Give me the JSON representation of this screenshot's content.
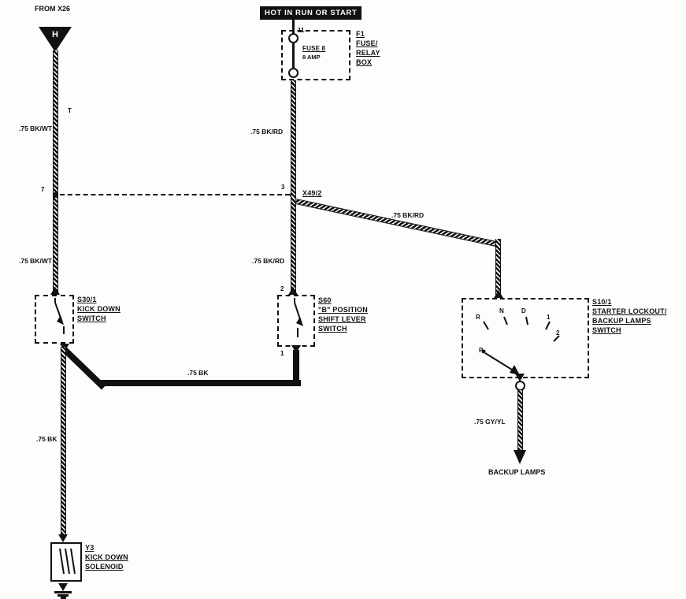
{
  "diagram": {
    "ink_color": "#111111",
    "paper_color": "#fdfdfb",
    "from_label": "FROM X26",
    "connector_h": "H",
    "splice_t": "T",
    "banner": "HOT IN RUN OR START",
    "fuse": {
      "pin_top": "11",
      "fuse_label": "FUSE 8",
      "amp_label": "8 AMP",
      "id": "F1",
      "name1": "FUSE/",
      "name2": "RELAY",
      "name3": "BOX"
    },
    "junction": {
      "pin_left": "7",
      "pin_right": "3",
      "id": "X49/2"
    },
    "wire_labels": {
      "bkwt_upper": ".75 BK/WT",
      "bkwt_lower": ".75 BK/WT",
      "bkrd_upper": ".75 BK/RD",
      "bkrd_lower": ".75 BK/RD",
      "bkrd_branch": ".75 BK/RD",
      "bk_horizontal": ".75 BK",
      "bk_vertical": ".75 BK",
      "gyyl": ".75 GY/YL"
    },
    "kick_down_switch": {
      "id": "S30/1",
      "name1": "KICK DOWN",
      "name2": "SWITCH"
    },
    "shift_lever_switch": {
      "id": "S60",
      "name1": "\"B\" POSITION",
      "name2": "SHIFT LEVER",
      "name3": "SWITCH",
      "pin_top": "2",
      "pin_bottom": "1"
    },
    "starter_lockout_switch": {
      "id": "S10/1",
      "name1": "STARTER LOCKOUT/",
      "name2": "BACKUP LAMPS",
      "name3": "SWITCH",
      "pos_r": "R",
      "pos_n": "N",
      "pos_d": "D",
      "pos_1": "1",
      "pos_2": "2",
      "pos_p": "P"
    },
    "solenoid": {
      "id": "Y3",
      "name1": "KICK DOWN",
      "name2": "SOLENOID"
    },
    "backup_lamps_label": "BACKUP LAMPS"
  }
}
